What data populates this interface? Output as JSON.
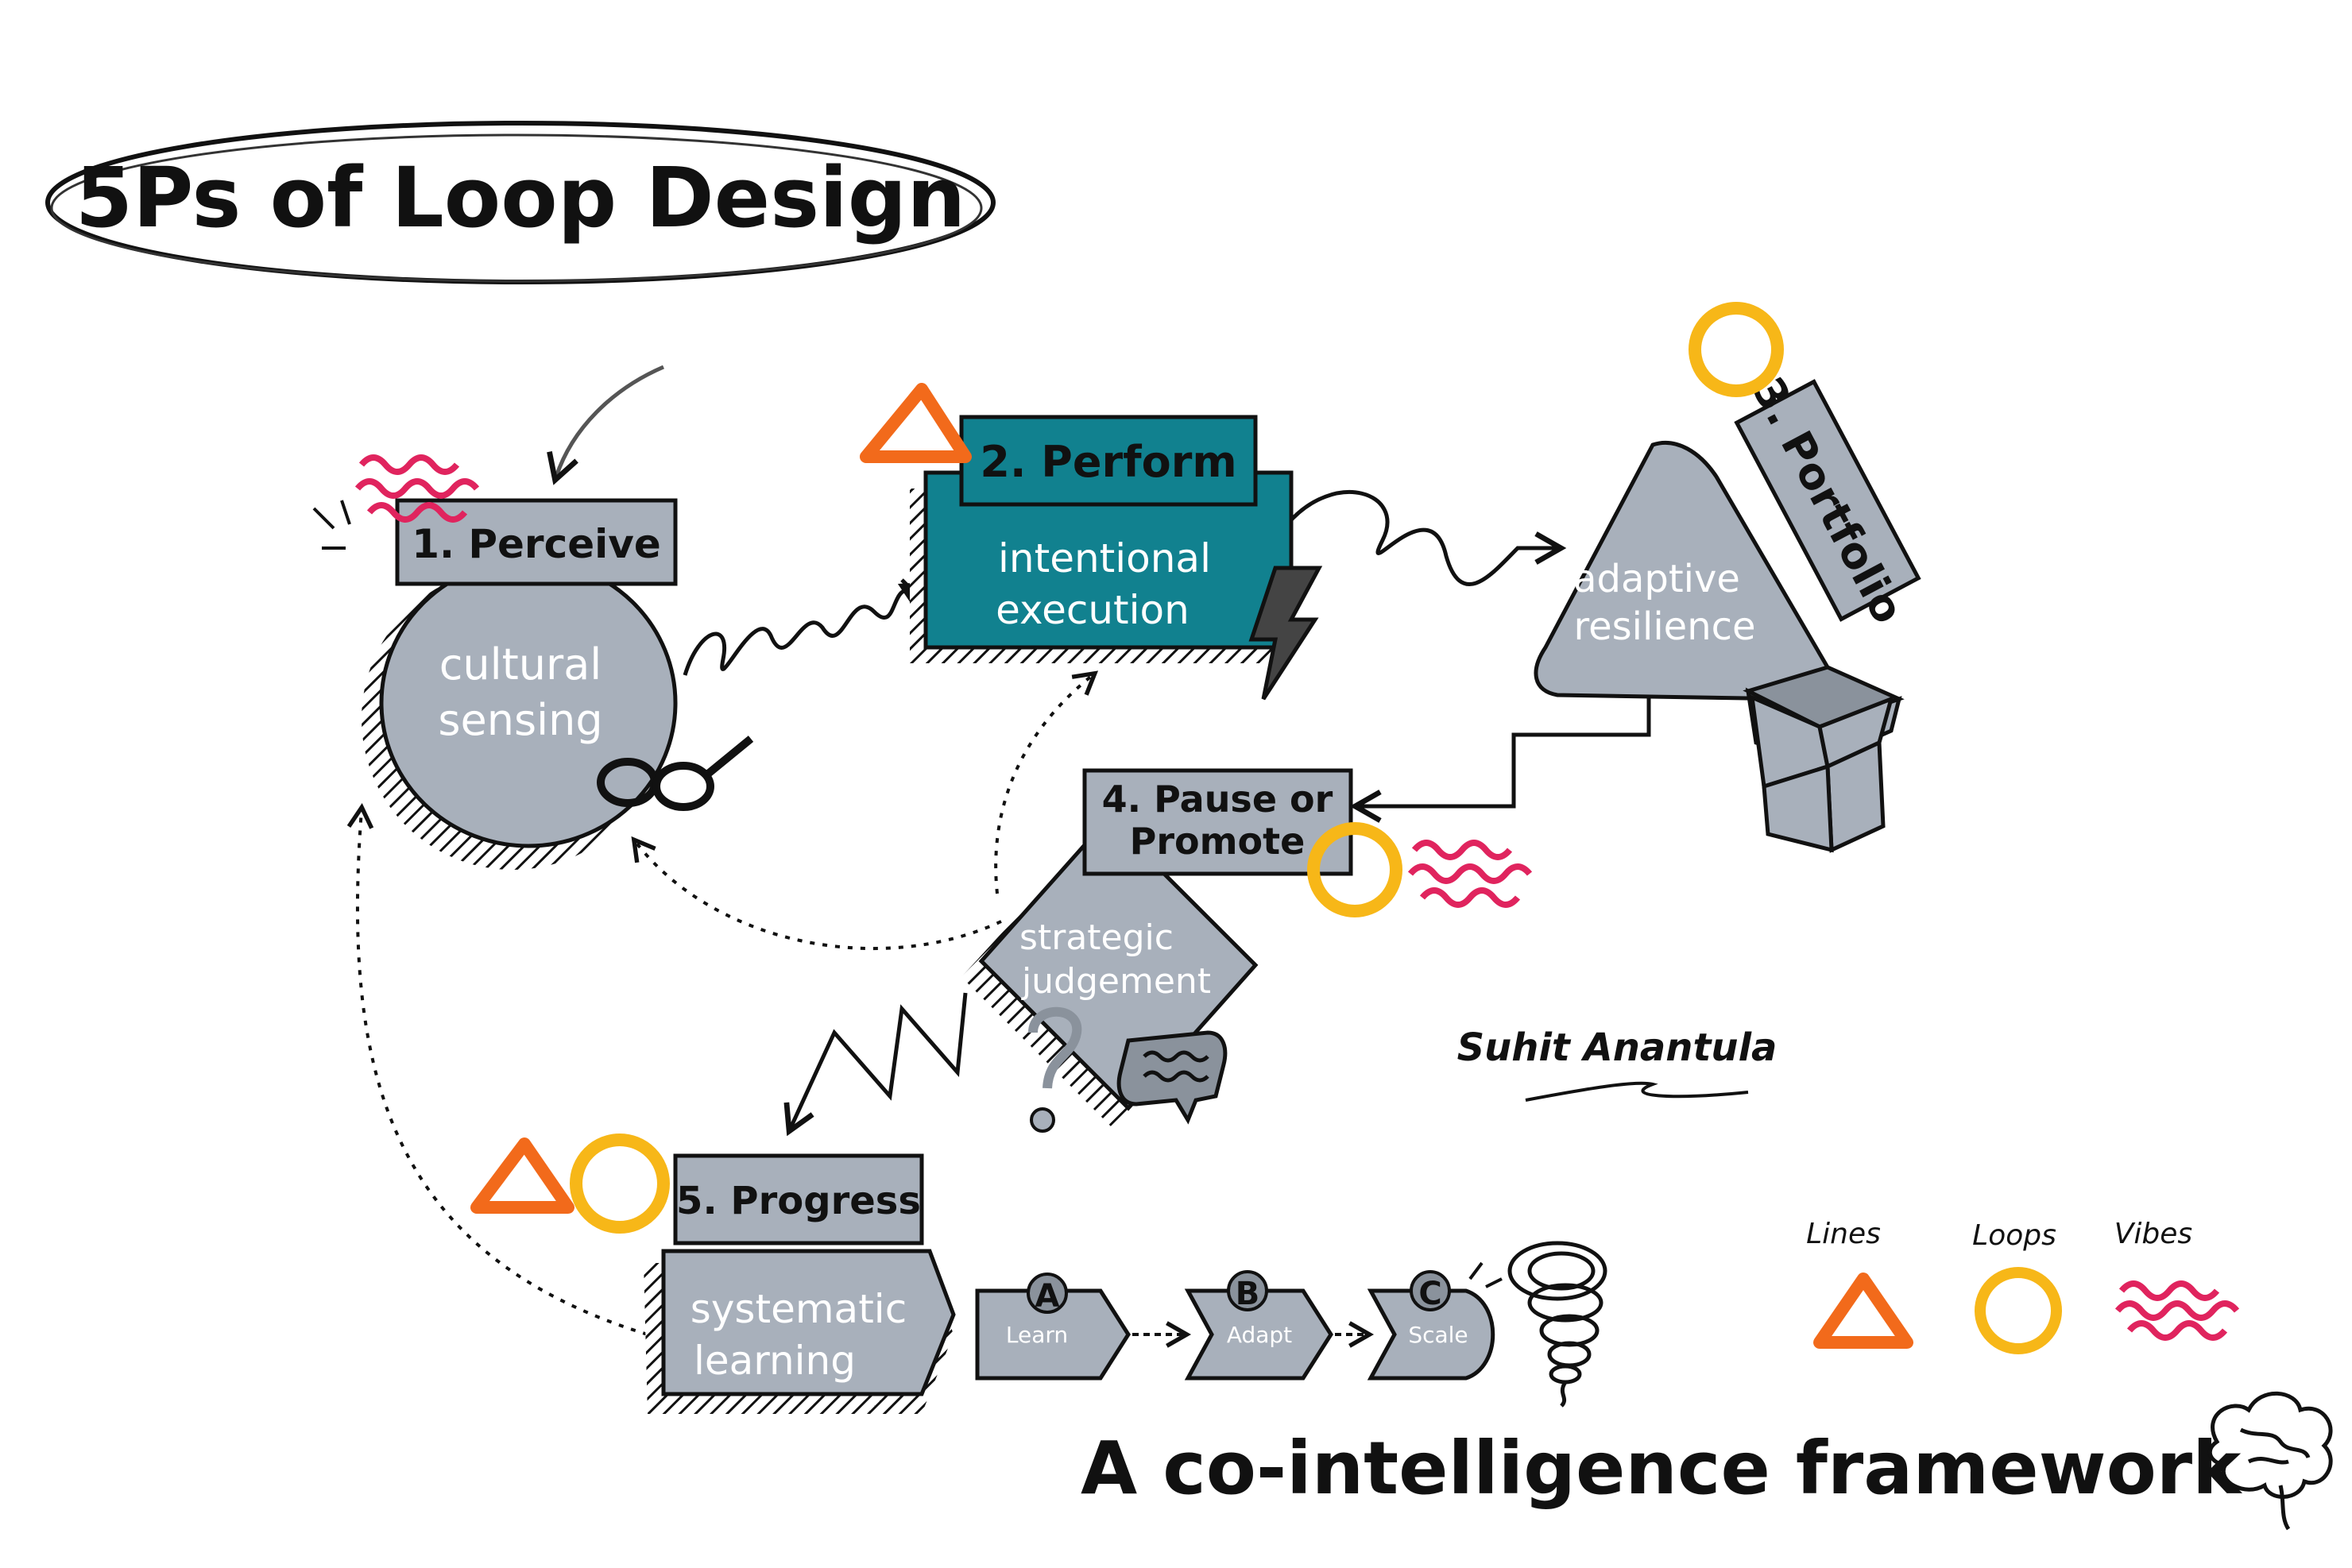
{
  "title": "5Ps of Loop Design",
  "subtitle": "A co-intelligence framework",
  "author": "Suhit Anantula",
  "colors": {
    "shape_gray": "#a8b0bb",
    "teal": "#11818f",
    "ink": "#111111",
    "lines_orange": "#f26a1b",
    "loops_yellow": "#f7b718",
    "vibes_pink": "#e0245e"
  },
  "steps": [
    {
      "label": "1. Perceive",
      "desc_line1": "cultural",
      "desc_line2": "sensing",
      "icon": "glasses-icon"
    },
    {
      "label": "2. Perform",
      "desc_line1": "intentional",
      "desc_line2": "execution",
      "icon": "lightning-icon"
    },
    {
      "label": "3. Portfolio",
      "desc_line1": "adaptive",
      "desc_line2": "resilience",
      "icon": "box-icon"
    },
    {
      "label_line1": "4. Pause or",
      "label_line2": "Promote",
      "desc_line1": "strategic",
      "desc_line2": "judgement",
      "icon": "question-icon"
    },
    {
      "label": "5. Progress",
      "desc_line1": "systematic",
      "desc_line2": "learning",
      "icon": "tornado-icon"
    }
  ],
  "sub_steps": [
    {
      "letter": "A",
      "label": "Learn"
    },
    {
      "letter": "B",
      "label": "Adapt"
    },
    {
      "letter": "C",
      "label": "Scale"
    }
  ],
  "legend": [
    {
      "label": "Lines",
      "shape": "triangle-icon"
    },
    {
      "label": "Loops",
      "shape": "circle-icon"
    },
    {
      "label": "Vibes",
      "shape": "squiggle-icon"
    }
  ]
}
